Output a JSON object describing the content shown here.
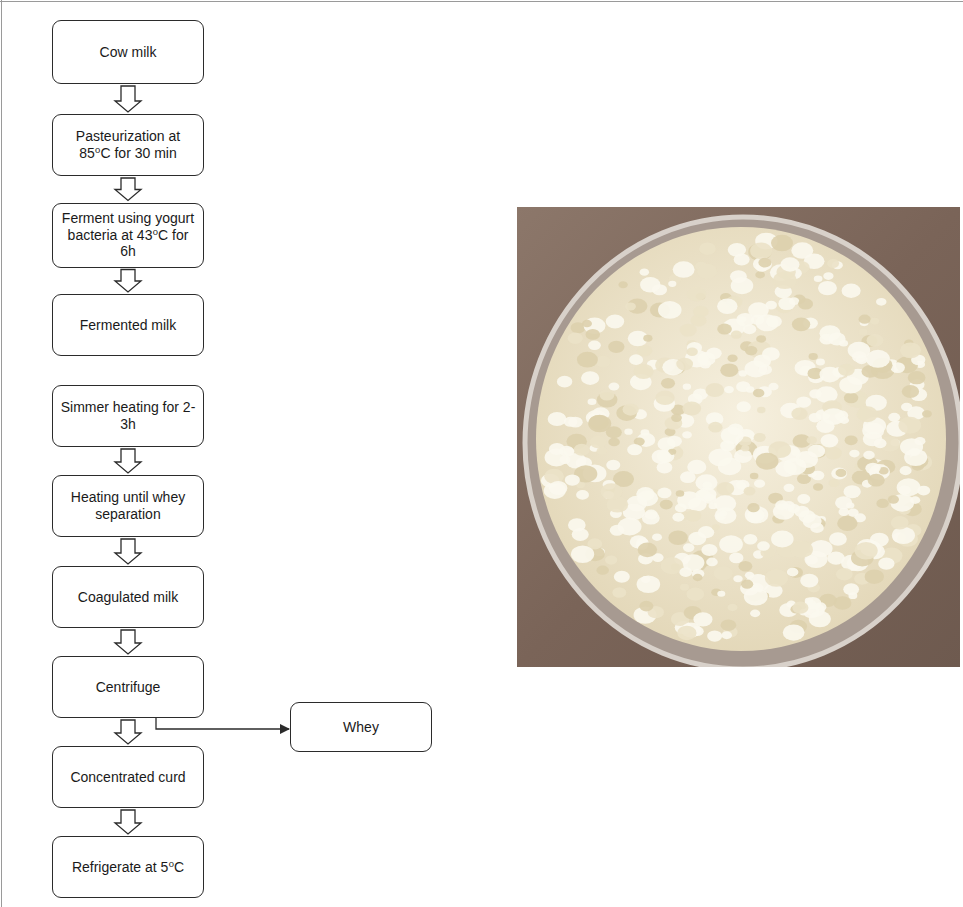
{
  "diagram": {
    "nodes": [
      {
        "text": [
          "Cow milk"
        ]
      },
      {
        "text": [
          "Pasteurization at 85⁰C for 30 min"
        ]
      },
      {
        "text": [
          "Ferment using yogurt bacteria at 43⁰C for 6h"
        ]
      },
      {
        "text": [
          "Fermented milk"
        ]
      },
      {
        "text": [
          "Simmer heating for 2-3h"
        ]
      },
      {
        "text": [
          "Heating until whey separation"
        ]
      },
      {
        "text": [
          "Coagulated milk"
        ]
      },
      {
        "text": [
          "Centrifuge"
        ]
      },
      {
        "text": [
          "Concentrated curd"
        ]
      },
      {
        "text": [
          "Refrigerate at 5⁰C"
        ]
      },
      {
        "text": [
          "Whey"
        ]
      }
    ],
    "edges": [
      {
        "from": 0,
        "to": 1,
        "arrow": "to"
      },
      {
        "from": 1,
        "to": 2,
        "arrow": "to"
      },
      {
        "from": 2,
        "to": 3,
        "arrow": "to"
      },
      {
        "from": 4,
        "to": 5,
        "arrow": "to"
      },
      {
        "from": 5,
        "to": 6,
        "arrow": "to"
      },
      {
        "from": 6,
        "to": 7,
        "arrow": "to"
      },
      {
        "from": 7,
        "to": 8,
        "arrow": "to"
      },
      {
        "from": 8,
        "to": 9,
        "arrow": "to"
      },
      {
        "from": 7,
        "to": 10,
        "arrow": "to"
      }
    ]
  }
}
